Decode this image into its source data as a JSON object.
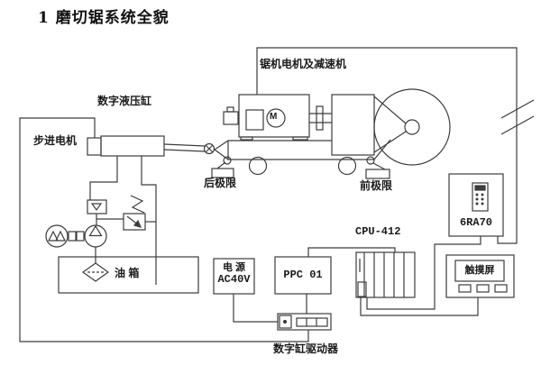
{
  "title": "1 磨切锯系统全貌",
  "diagram": {
    "machine": {
      "saw_motor_label": "锯机电机及减速机",
      "cylinder_label": "数字液压缸",
      "stepper_label": "步进电机",
      "rear_limit_label": "后极限",
      "front_limit_label": "前极限",
      "motor_symbol": "M"
    },
    "hydraulics": {
      "tank_label": "油 箱"
    },
    "control": {
      "power_supply_line1": "电 源",
      "power_supply_line2": "AC40V",
      "ppc_label": "PPC 01",
      "cpu_label": "CPU-412",
      "dc_drive_label": "6RA70",
      "touch_screen_label": "触摸屏",
      "cylinder_driver_label": "数字缸驱动器"
    }
  },
  "colors": {
    "line": "#3d3d3d",
    "text": "#1a1a1a",
    "background": "#ffffff"
  }
}
